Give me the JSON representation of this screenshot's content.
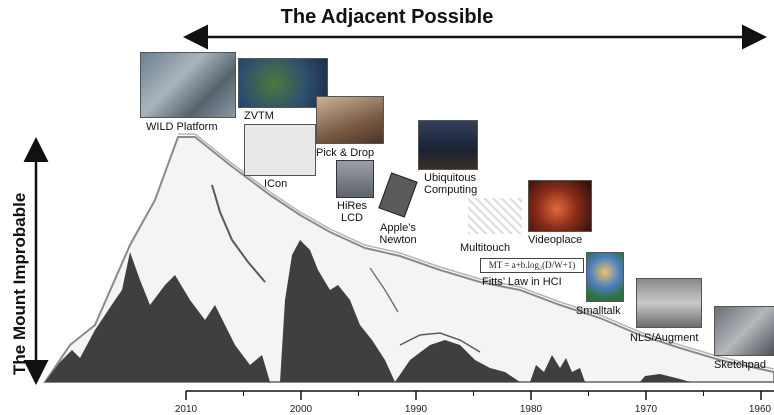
{
  "title": "The Adjacent Possible",
  "vertical_title": "The Mount Improbable",
  "axis": {
    "ticks": [
      "2010",
      "2000",
      "1990",
      "1980",
      "1970",
      "1960"
    ]
  },
  "items": [
    {
      "label": "WILD Platform",
      "icon": "wall-display-photo"
    },
    {
      "label": "ZVTM",
      "icon": "world-map-photo"
    },
    {
      "label": "ICon",
      "icon": "node-graph-screenshot"
    },
    {
      "label": "Pick & Drop",
      "icon": "pen-transfer-photo"
    },
    {
      "label": "HiRes LCD",
      "line1": "HiRes",
      "line2": "LCD",
      "icon": "lcd-monitor-icon"
    },
    {
      "label": "Apple's Newton",
      "line1": "Apple’s",
      "line2": "Newton",
      "icon": "pda-icon"
    },
    {
      "label": "Ubiquitous Computing",
      "line1": "Ubiquitous",
      "line2": "Computing",
      "icon": "presenter-photo"
    },
    {
      "label": "Multitouch",
      "icon": "multitouch-diagram"
    },
    {
      "label": "Videoplace",
      "icon": "silhouette-photo"
    },
    {
      "label": "Fitts’ Law in HCI",
      "formula": "MT = a+b.log₂(D/W+1)",
      "icon": "formula-box"
    },
    {
      "label": "Smalltalk",
      "icon": "balloon-image"
    },
    {
      "label": "NLS/Augment",
      "icon": "console-photo"
    },
    {
      "label": "Sketchpad",
      "icon": "sketchpad-photo"
    }
  ],
  "colors": {
    "mountain_dark": "#3f3f3f",
    "ridge": "#8a8a8a",
    "snow": "#ffffff",
    "text": "#111111"
  }
}
